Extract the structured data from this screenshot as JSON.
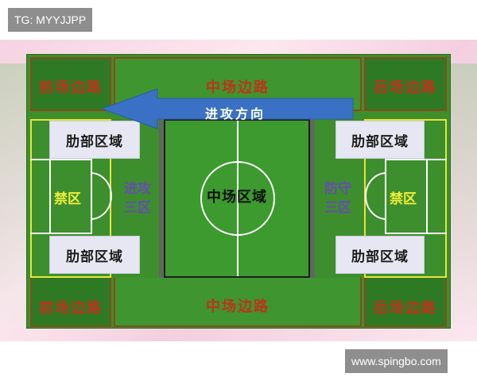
{
  "watermarks": {
    "top_left": "TG: MYYJJPP",
    "bottom_right": "www.spingbo.com"
  },
  "direction_label": "进攻方向",
  "zones": {
    "top_left": "前场边路",
    "top_mid": "中场边路",
    "top_right": "后场边路",
    "bottom_left": "前场边路",
    "bottom_mid": "中场边路",
    "bottom_right": "后场边路",
    "wing_tl": "肋部区域",
    "wing_bl": "肋部区域",
    "wing_tr": "肋部区域",
    "wing_br": "肋部区域",
    "penalty_left": "禁区",
    "penalty_right": "禁区",
    "attack_third_1": "进攻",
    "attack_third_2": "三区",
    "defense_third_1": "防守",
    "defense_third_2": "三区",
    "center": "中场区域"
  },
  "colors": {
    "field_green": "#3d8f2b",
    "zone_label_red": "#c0321b",
    "arrow_blue": "#3a71c4",
    "penalty_yellow": "#e8e43a",
    "third_purple": "#6a4bb4"
  }
}
